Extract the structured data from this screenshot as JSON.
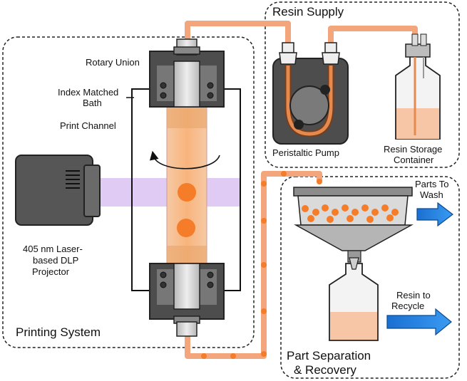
{
  "sections": {
    "printing_system": "Printing System",
    "resin_supply": "Resin Supply",
    "part_separation_line1": "Part Separation",
    "part_separation_line2": "& Recovery"
  },
  "labels": {
    "rotary_union": "Rotary Union",
    "index_matched_line1": "Index Matched",
    "index_matched_line2": "Bath",
    "print_channel": "Print Channel",
    "projector_line1": "405 nm Laser-",
    "projector_line2": "based DLP",
    "projector_line3": "Projector",
    "peristaltic_pump": "Peristaltic Pump",
    "resin_storage_line1": "Resin Storage",
    "resin_storage_line2": "Container",
    "parts_to_wash_line1": "Parts To",
    "parts_to_wash_line2": "Wash",
    "resin_recycle_line1": "Resin to",
    "resin_recycle_line2": "Recycle"
  },
  "colors": {
    "tube": "#f3a57c",
    "resin": "#f7c6a6",
    "part": "#f57c28",
    "laser": "#d9c2f2",
    "device_dark": "#4d4d4d",
    "device_mid": "#7a7a7a",
    "arrow_blue": "#1f7fe0"
  }
}
